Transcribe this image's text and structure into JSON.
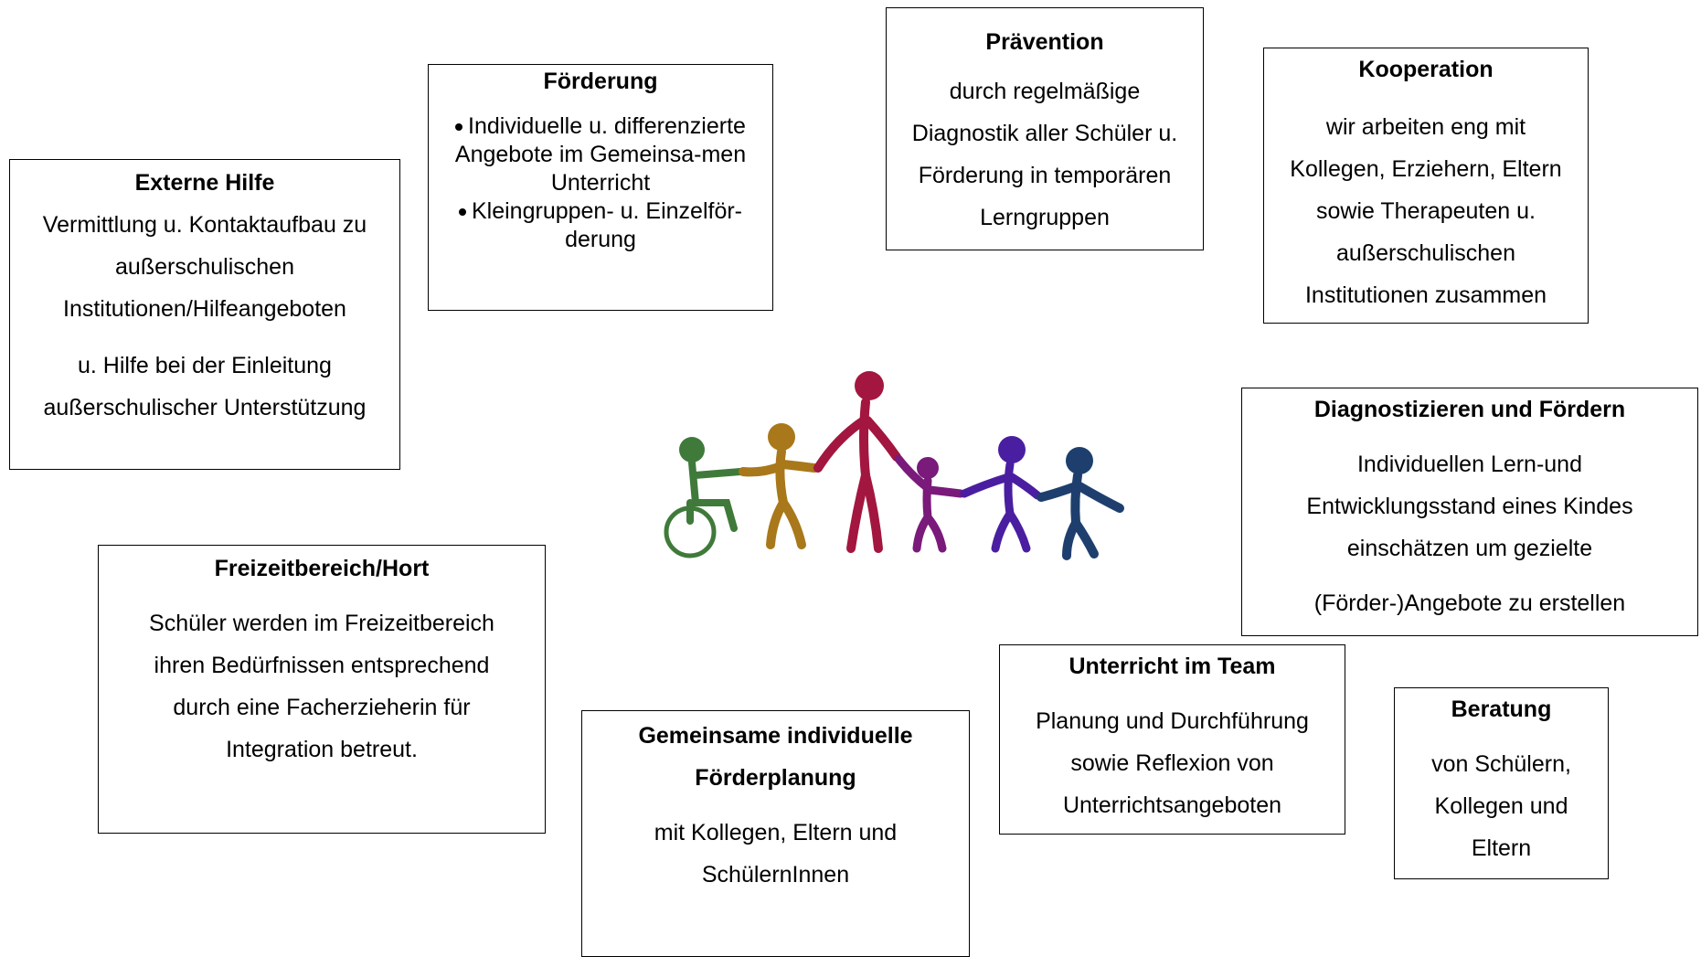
{
  "boxes": {
    "externe": {
      "title": "Externe Hilfe",
      "lines": [
        "Vermittlung u. Kontaktaufbau zu",
        "außerschulischen",
        "Institutionen/Hilfeangeboten",
        "u. Hilfe bei der Einleitung",
        "außerschulischer Unterstützung"
      ]
    },
    "foerderung": {
      "title": "Förderung",
      "items": [
        "Individuelle u. differenzierte Angebote im Gemeinsa-men Unterricht",
        "Kleingruppen- u. Einzelför-derung"
      ]
    },
    "praevention": {
      "title": "Prävention",
      "lines": [
        "durch regelmäßige",
        "Diagnostik aller Schüler u.",
        "Förderung in temporären",
        "Lerngruppen"
      ]
    },
    "kooperation": {
      "title": "Kooperation",
      "lines": [
        "wir arbeiten eng mit",
        "Kollegen, Erziehern, Eltern",
        "sowie Therapeuten u.",
        "außerschulischen",
        "Institutionen zusammen"
      ]
    },
    "diagnostizieren": {
      "title": "Diagnostizieren und Fördern",
      "lines": [
        "Individuellen Lern-und",
        "Entwicklungsstand eines Kindes",
        "einschätzen um gezielte",
        "(Förder-)Angebote zu erstellen"
      ]
    },
    "freizeit": {
      "title": "Freizeitbereich/Hort",
      "lines": [
        "Schüler werden im Freizeitbereich",
        "ihren Bedürfnissen entsprechend",
        "durch eine Facherzieherin für",
        "Integration betreut."
      ]
    },
    "gemeinsame": {
      "title_lines": [
        "Gemeinsame individuelle",
        "Förderplanung"
      ],
      "lines": [
        "mit Kollegen, Eltern und",
        "SchülernInnen"
      ]
    },
    "team": {
      "title": "Unterricht im Team",
      "lines": [
        "Planung und Durchführung",
        "sowie Reflexion von",
        "Unterrichtsangeboten"
      ]
    },
    "beratung": {
      "title": "Beratung",
      "lines": [
        "von Schülern,",
        "Kollegen und",
        "Eltern"
      ]
    }
  },
  "figure_colors": [
    "#3f7a3a",
    "#a8781a",
    "#a3163f",
    "#7a1a7a",
    "#4a1ea0",
    "#1e3f6e"
  ]
}
